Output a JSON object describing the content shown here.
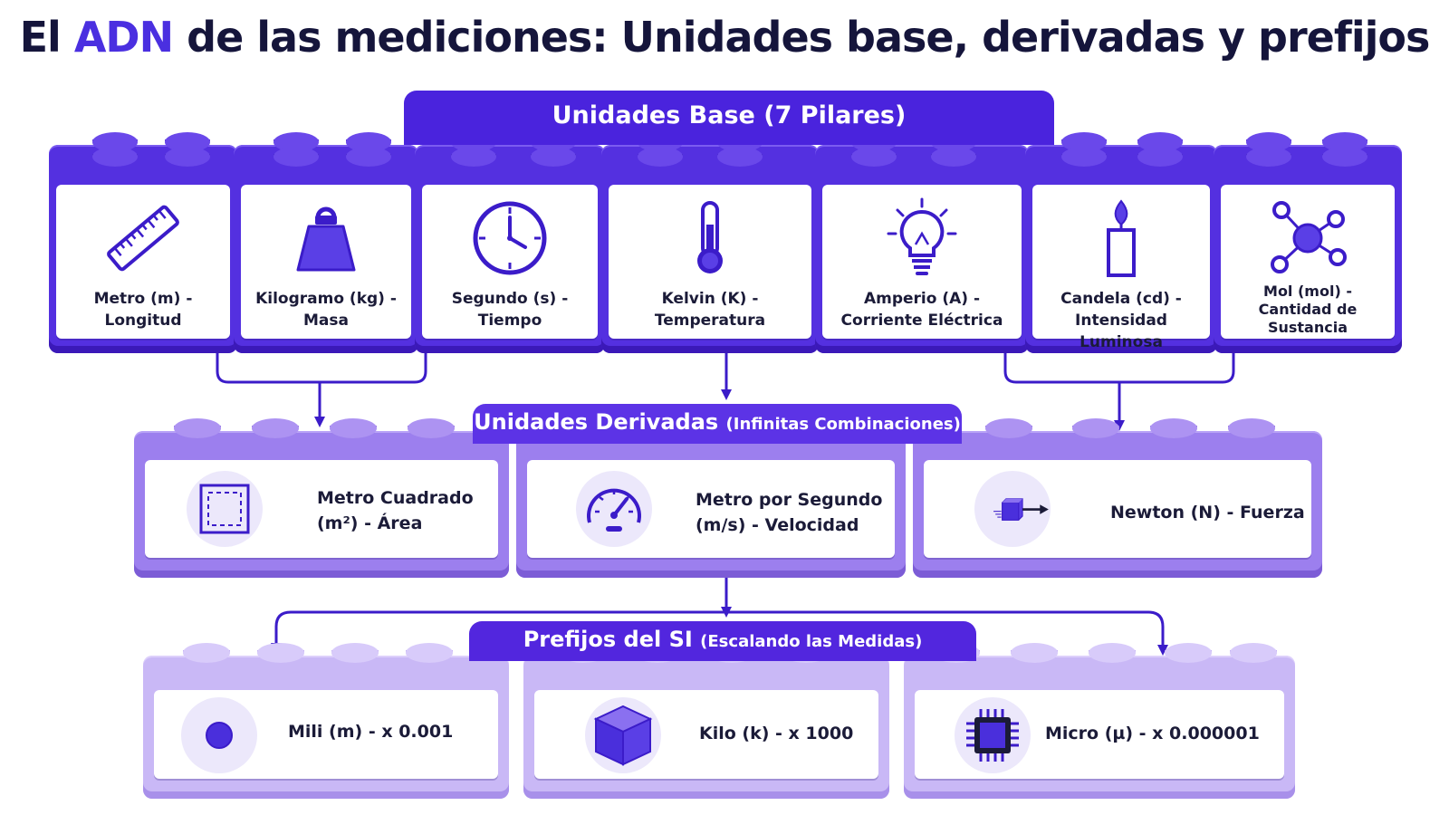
{
  "title": {
    "before": "El ",
    "accent": "ADN",
    "after": " de las mediciones: Unidades base, derivadas y prefijos"
  },
  "base": {
    "heading": "Unidades Base (7 Pilares)",
    "units": [
      {
        "line1": "Metro (m) -",
        "line2": "Longitud",
        "icon": "ruler-icon"
      },
      {
        "line1": "Kilogramo (kg) -",
        "line2": "Masa",
        "icon": "weight-icon"
      },
      {
        "line1": "Segundo (s) -",
        "line2": "Tiempo",
        "icon": "clock-icon"
      },
      {
        "line1": "Kelvin (K) -",
        "line2": "Temperatura",
        "icon": "thermometer-icon"
      },
      {
        "line1": "Amperio (A) -",
        "line2": "Corriente Eléctrica",
        "icon": "lightbulb-icon"
      },
      {
        "line1": "Candela (cd) -",
        "line2": "Intensidad Luminosa",
        "icon": "candle-icon"
      },
      {
        "line1": "Mol (mol) -",
        "line2": "Cantidad de",
        "line3": "Sustancia",
        "icon": "molecule-icon"
      }
    ]
  },
  "derived": {
    "heading": "Unidades Derivadas",
    "heading_sub": "(Infinitas Combinaciones)",
    "units": [
      {
        "line1": "Metro Cuadrado",
        "line2": "(m²) - Área",
        "icon": "area-square-icon"
      },
      {
        "line1": "Metro por Segundo",
        "line2": "(m/s) - Velocidad",
        "icon": "speedometer-icon"
      },
      {
        "line1": "Newton (N) - Fuerza",
        "icon": "force-cube-icon"
      }
    ]
  },
  "prefixes": {
    "heading": "Prefijos del SI",
    "heading_sub": "(Escalando las Medidas)",
    "units": [
      {
        "line1": "Mili (m) - x 0.001",
        "icon": "dot-icon"
      },
      {
        "line1": "Kilo (k) - x 1000",
        "icon": "cube-icon"
      },
      {
        "line1": "Micro (µ) - x 0.000001",
        "icon": "microchip-icon"
      }
    ]
  },
  "colors": {
    "base": "#5430e0",
    "derived": "#9c7fee",
    "prefix": "#c9b8f6",
    "accent": "#4a2fe0",
    "text": "#15153b"
  }
}
